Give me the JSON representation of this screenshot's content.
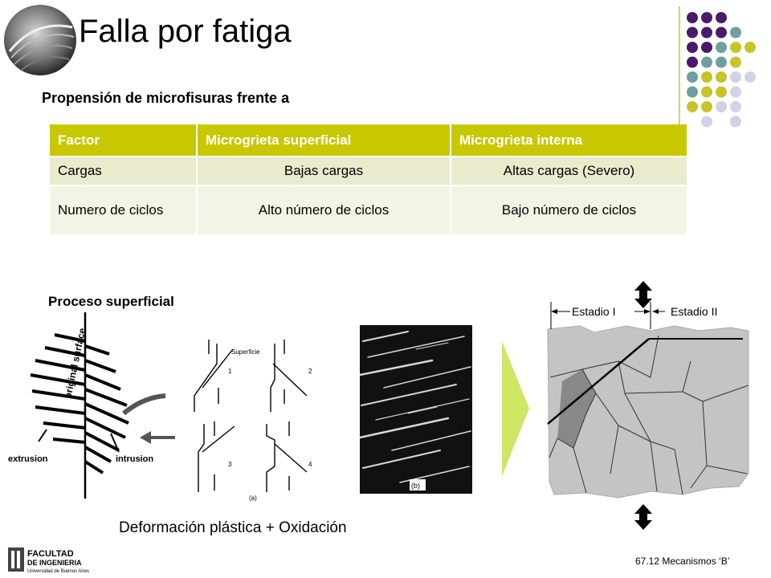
{
  "slide": {
    "title": "Falla por fatiga",
    "subtitle": "Propensión de microfisuras frente a",
    "section_label": "Proceso superficial",
    "caption": "Deformación plástica + Oxidación",
    "footer": "67.12 Mecanismos ‘B’"
  },
  "table": {
    "headers": [
      "Factor",
      "Microgrieta superficial",
      "Microgrieta  interna"
    ],
    "rows": [
      [
        "Cargas",
        "Bajas cargas",
        "Altas cargas (Severo)"
      ],
      [
        "Numero de ciclos",
        "Alto número de ciclos",
        "Bajo número de ciclos"
      ]
    ]
  },
  "figures": {
    "left_labels": {
      "surface": "original surface",
      "extrusion": "extrusion",
      "intrusion": "intrusion"
    },
    "middle_labels": {
      "surface": "Superficie",
      "n1": "1",
      "n2": "2",
      "n3": "3",
      "n4": "4",
      "panel_a": "(a)",
      "panel_b": "(b)"
    },
    "right_labels": {
      "stage1": "Estadio I",
      "stage2": "Estadio II"
    }
  },
  "logo": {
    "line1": "FACULTAD",
    "line2": "DE INGENIERIA",
    "line3": "Universidad de Buenos Aires"
  },
  "colors": {
    "header_bg": "#c8c800",
    "row1_bg": "#eaeacd",
    "row2_bg": "#f4f4e6",
    "dot_purple": "#4b1a6b",
    "dot_teal": "#6f9e9e",
    "dot_olive": "#c5c52a",
    "dot_lavender": "#d2d2e6",
    "accent_green": "#cde664"
  }
}
